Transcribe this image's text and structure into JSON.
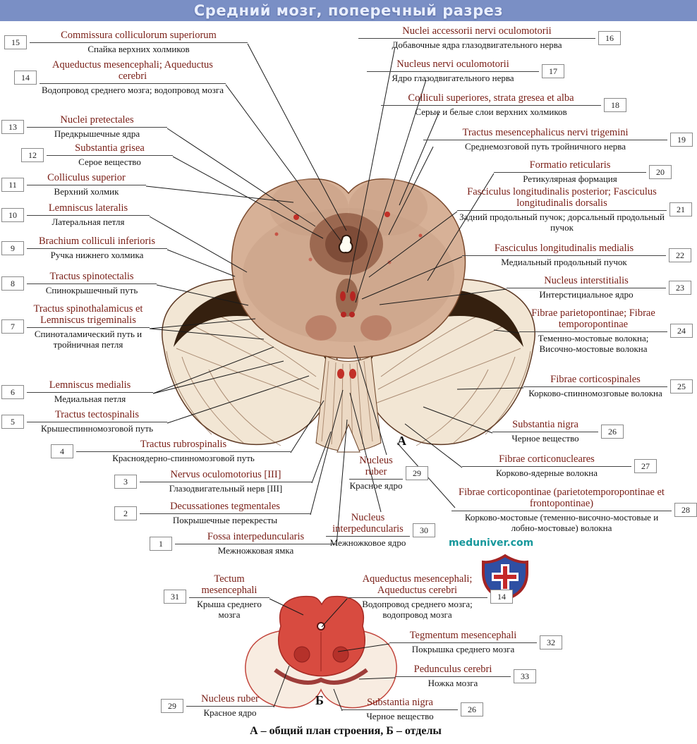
{
  "title": "Средний мозг, поперечный разрез",
  "watermark": "meduniver.com",
  "caption": "А – общий план строения, Б – отделы",
  "figure_letters": {
    "a": "А",
    "b": "Б"
  },
  "colors": {
    "titlebar": "#7a8fc5",
    "latin_text": "#7a2018",
    "substantia_nigra": "#35200f",
    "red_nucleus": "#b5312a",
    "small_section_red": "#d84b40",
    "watermark": "#18989c"
  },
  "labels": {
    "n1": {
      "num": "1",
      "latin": "Fossa interpeduncularis",
      "rus": "Межножковая ямка"
    },
    "n2": {
      "num": "2",
      "latin": "Decussationes tegmentales",
      "rus": "Покрышечные перекресты"
    },
    "n3": {
      "num": "3",
      "latin": "Nervus oculomotorius [III]",
      "rus": "Глазодвигательный нерв [III]"
    },
    "n4": {
      "num": "4",
      "latin": "Tractus rubrospinalis",
      "rus": "Красноядерно-спинномозговой путь"
    },
    "n5": {
      "num": "5",
      "latin": "Tractus tectospinalis",
      "rus": "Крышеспинномозговой путь"
    },
    "n6": {
      "num": "6",
      "latin": "Lemniscus medialis",
      "rus": "Медиальная петля"
    },
    "n7": {
      "num": "7",
      "latin": "Tractus spinothalamicus et Lemniscus trigeminalis",
      "rus": "Спиноталамический путь и тройничная петля"
    },
    "n8": {
      "num": "8",
      "latin": "Tractus spinotectalis",
      "rus": "Спинокрышечный путь"
    },
    "n9": {
      "num": "9",
      "latin": "Brachium colliculi inferioris",
      "rus": "Ручка нижнего холмика"
    },
    "n10": {
      "num": "10",
      "latin": "Lemniscus lateralis",
      "rus": "Латеральная петля"
    },
    "n11": {
      "num": "11",
      "latin": "Colliculus superior",
      "rus": "Верхний холмик"
    },
    "n12": {
      "num": "12",
      "latin": "Substantia grisea",
      "rus": "Серое вещество"
    },
    "n13": {
      "num": "13",
      "latin": "Nuclei pretectales",
      "rus": "Предкрышечные ядра"
    },
    "n14": {
      "num": "14",
      "latin": "Aqueductus mesencephali; Aqueductus cerebri",
      "rus": "Водопровод среднего мозга; водопровод мозга"
    },
    "n15": {
      "num": "15",
      "latin": "Commissura colliculorum superiorum",
      "rus": "Спайка верхних холмиков"
    },
    "n16": {
      "num": "16",
      "latin": "Nuclei accessorii nervi oculomotorii",
      "rus": "Добавочные ядра глазодвигательного нерва"
    },
    "n17": {
      "num": "17",
      "latin": "Nucleus nervi oculomotorii",
      "rus": "Ядро глазодвигательного нерва"
    },
    "n18": {
      "num": "18",
      "latin": "Colliculi superiores, strata gresea et alba",
      "rus": "Серые и белые слои верхних холмиков"
    },
    "n19": {
      "num": "19",
      "latin": "Tractus mesencephalicus nervi trigemini",
      "rus": "Среднемозговой путь тройничного нерва"
    },
    "n20": {
      "num": "20",
      "latin": "Formatio reticularis",
      "rus": "Ретикулярная формация"
    },
    "n21": {
      "num": "21",
      "latin": "Fasciculus longitudinalis posterior; Fasciculus longitudinalis dorsalis",
      "rus": "Задний продольный пучок; дорсальный продольный пучок"
    },
    "n22": {
      "num": "22",
      "latin": "Fasciculus longitudinalis medialis",
      "rus": "Медиальный продольный пучок"
    },
    "n23": {
      "num": "23",
      "latin": "Nucleus interstitialis",
      "rus": "Интерстициальное ядро"
    },
    "n24": {
      "num": "24",
      "latin": "Fibrae parietopontinae; Fibrae temporopontinae",
      "rus": "Теменно-мостовые волокна; Височно-мостовые волокна"
    },
    "n25": {
      "num": "25",
      "latin": "Fibrae corticospinales",
      "rus": "Корково-спинномозговые волокна"
    },
    "n26": {
      "num": "26",
      "latin": "Substantia nigra",
      "rus": "Черное вещество"
    },
    "n27": {
      "num": "27",
      "latin": "Fibrae corticonucleares",
      "rus": "Корково-ядерные волокна"
    },
    "n28": {
      "num": "28",
      "latin": "Fibrae corticopontinae (parietotemporopontinae et frontopontinae)",
      "rus": "Корково-мостовые (теменно-височно-мостовые и лобно-мостовые) волокна"
    },
    "n29": {
      "num": "29",
      "latin": "Nucleus ruber",
      "rus": "Красное ядро"
    },
    "n30": {
      "num": "30",
      "latin": "Nucleus interpeduncularis",
      "rus": "Межножковое ядро"
    },
    "n31": {
      "num": "31",
      "latin": "Tectum mesencephali",
      "rus": "Крыша среднего мозга"
    },
    "n32": {
      "num": "32",
      "latin": "Tegmentum mesencephali",
      "rus": "Покрышка среднего мозга"
    },
    "n33": {
      "num": "33",
      "latin": "Pedunculus cerebri",
      "rus": "Ножка мозга"
    }
  }
}
